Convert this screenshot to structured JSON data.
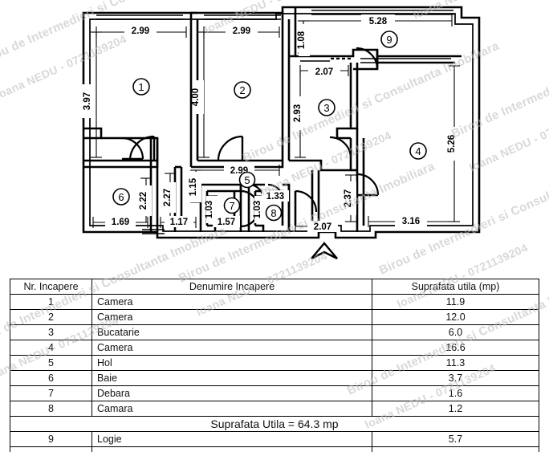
{
  "document": {
    "type": "floor-plan",
    "watermark_line1": "Birou de Intermedieri si Consultanta Imobiliara",
    "watermark_line2": "Ioana NEDU - 0721139204",
    "north_arrow": "north-arrow-icon"
  },
  "plan": {
    "rooms": [
      {
        "number": "1",
        "name": "Camera",
        "area": "11.9"
      },
      {
        "number": "2",
        "name": "Camera",
        "area": "12.0"
      },
      {
        "number": "3",
        "name": "Bucatarie",
        "area": "6.0"
      },
      {
        "number": "4",
        "name": "Camera",
        "area": "16.6"
      },
      {
        "number": "5",
        "name": "Hol",
        "area": "11.3"
      },
      {
        "number": "6",
        "name": "Baie",
        "area": "3.7"
      },
      {
        "number": "7",
        "name": "Debara",
        "area": "1.6"
      },
      {
        "number": "8",
        "name": "Camara",
        "area": "1.2"
      },
      {
        "number": "9",
        "name": "Logie",
        "area": "5.7"
      }
    ],
    "dimensions": {
      "room1_width": "2.99",
      "room1_height": "3.97",
      "room2_width": "2.99",
      "room2_height": "4.00",
      "logie_width": "5.28",
      "logie_depth": "1.08",
      "room3_width": "2.07",
      "room3_height": "2.93",
      "room4_width": "3.16",
      "room4_height": "5.26",
      "room4_door": "2.37",
      "room6_width": "1.69",
      "room6_height": "2.22",
      "hall_seg_h": "2.27",
      "hall_seg_w": "1.17",
      "hall_top_w": "2.99",
      "hall_drop": "1.15",
      "room7_height": "1.03",
      "room7_width": "1.57",
      "room8_height": "1.03",
      "room8_width": "1.33",
      "entry_width": "2.07"
    }
  },
  "table": {
    "headers": {
      "nr": "Nr. Incapere",
      "name": "Denumire Incapere",
      "area": "Suprafata utila (mp)"
    },
    "total_label": "Suprafata Utila = 64.3 mp",
    "rows": [
      {
        "nr": "1",
        "name": "Camera",
        "area": "11.9"
      },
      {
        "nr": "2",
        "name": "Camera",
        "area": "12.0"
      },
      {
        "nr": "3",
        "name": "Bucatarie",
        "area": "6.0"
      },
      {
        "nr": "4",
        "name": "Camera",
        "area": "16.6"
      },
      {
        "nr": "5",
        "name": "Hol",
        "area": "11.3"
      },
      {
        "nr": "6",
        "name": "Baie",
        "area": "3.7"
      },
      {
        "nr": "7",
        "name": "Debara",
        "area": "1.6"
      },
      {
        "nr": "8",
        "name": "Camara",
        "area": "1.2"
      }
    ],
    "after_total_rows": [
      {
        "nr": "9",
        "name": "Logie",
        "area": "5.7"
      }
    ]
  }
}
